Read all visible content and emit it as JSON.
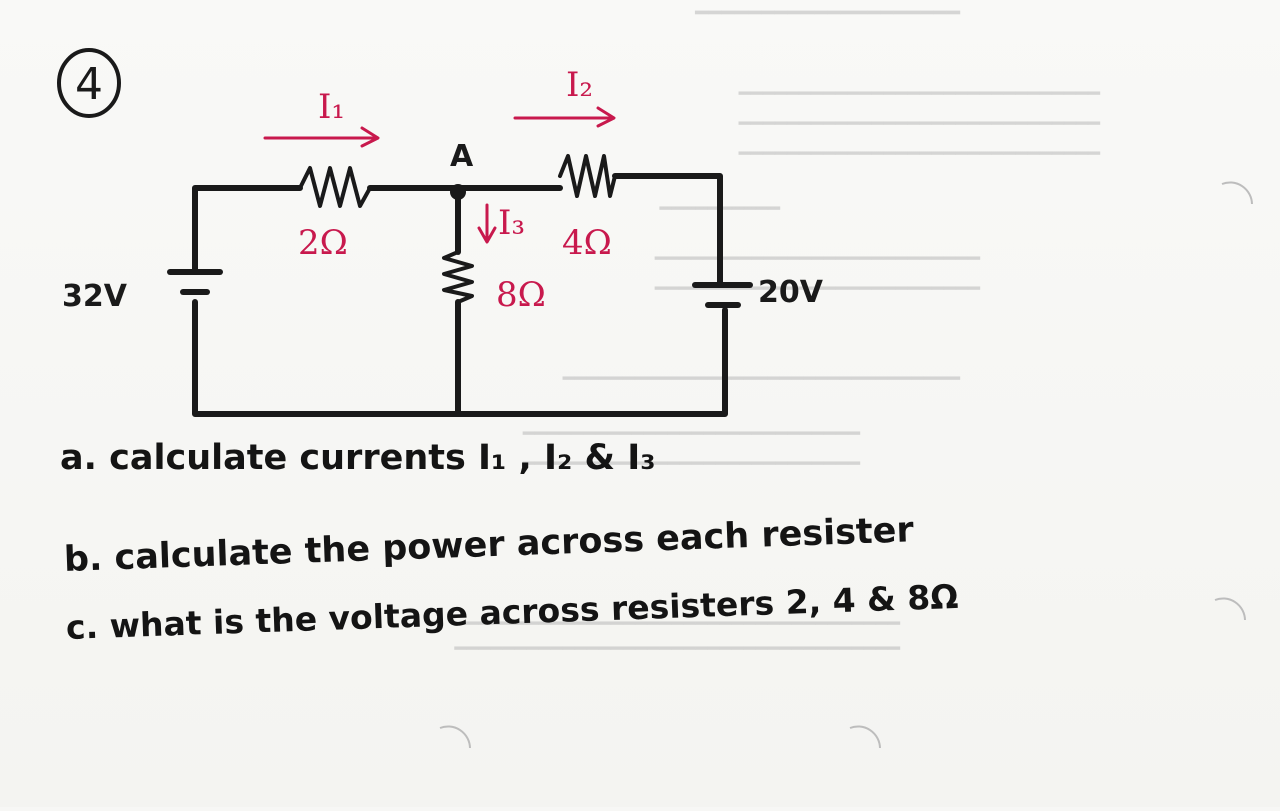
{
  "problem_number": "4",
  "circuit": {
    "node_label": "A",
    "currents": {
      "i1": "I₁",
      "i2": "I₂",
      "i3": "I₃"
    },
    "resistors": {
      "r1": "2Ω",
      "r2": "4Ω",
      "r3": "8Ω"
    },
    "sources": {
      "left": "32V",
      "right": "20V"
    }
  },
  "questions": [
    {
      "text": "a. calculate currents I₁ , I₂ & I₃"
    },
    {
      "text": "b. calculate the power across each resister"
    },
    {
      "text": "c. what is the voltage across resisters 2, 4 & 8Ω"
    }
  ],
  "colors": {
    "ink": "#1a1a1a",
    "annotation": "#c8194d",
    "paper": "#f7f7f5"
  }
}
